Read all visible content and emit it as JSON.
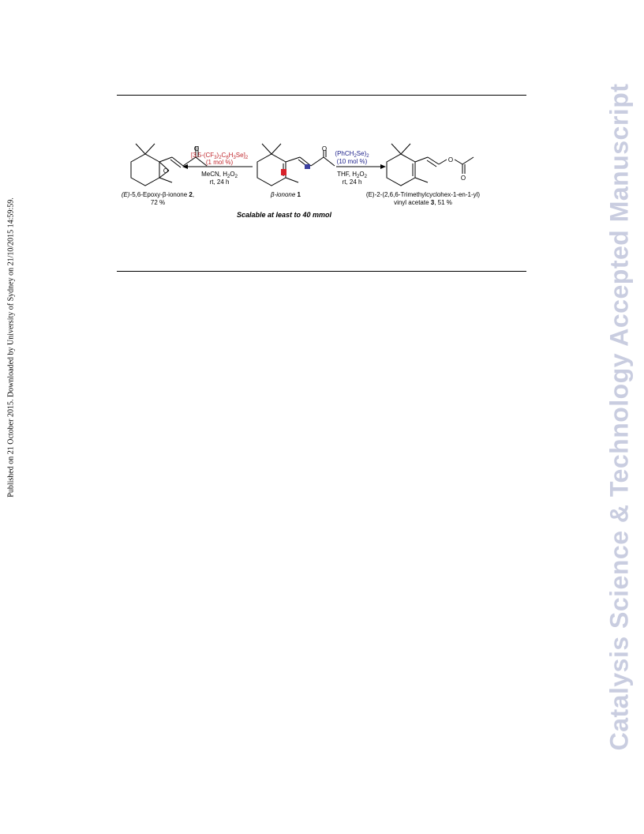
{
  "side_left": "Published on 21 October 2015. Downloaded by University of Sydney on 21/10/2015 14:59:59.",
  "side_right": "Catalysis Science & Technology Accepted Manuscript",
  "scheme": {
    "left_arrow": {
      "catalyst_line1": "[3,5-(CF",
      "catalyst_sub1": "3",
      "catalyst_mid1": ")",
      "catalyst_sub2": "2",
      "catalyst_mid2": "C",
      "catalyst_sub3": "6",
      "catalyst_mid3": "H",
      "catalyst_sub4": "3",
      "catalyst_mid4": "Se]",
      "catalyst_sub5": "2",
      "catalyst_line2": "(1 mol %)",
      "conditions_line1_a": "MeCN, H",
      "conditions_line1_sub1": "2",
      "conditions_line1_b": "O",
      "conditions_line1_sub2": "2",
      "conditions_line2": "rt, 24 h",
      "color": "#c0272d"
    },
    "right_arrow": {
      "catalyst_line1_a": "(PhCH",
      "catalyst_line1_sub1": "2",
      "catalyst_line1_b": "Se)",
      "catalyst_line1_sub2": "2",
      "catalyst_line2": "(10 mol %)",
      "conditions_line1_a": "THF, H",
      "conditions_line1_sub1": "2",
      "conditions_line1_b": "O",
      "conditions_line1_sub2": "2",
      "conditions_line2": "rt, 24 h",
      "color": "#1b1f8a"
    },
    "product_left": {
      "name_prefix": "(E)",
      "name_rest": "-5,6-Epoxy-β-ionone ",
      "number": "2",
      "name_suffix": ",",
      "yield": "72 %"
    },
    "substrate": {
      "name": "β-ionone ",
      "number": "1"
    },
    "product_right": {
      "name_line1": "(E)-2-(2,6,6-Trimethylcyclohex-1-en-1-yl)",
      "name_line2_a": "vinyl acetate ",
      "number": "3",
      "name_line2_b": ", 51 %"
    },
    "atom_O": "O",
    "scalable": "Scalable at least to 40 mmol",
    "marker_red": "#d8222a",
    "marker_blue": "#3b3f9e"
  }
}
